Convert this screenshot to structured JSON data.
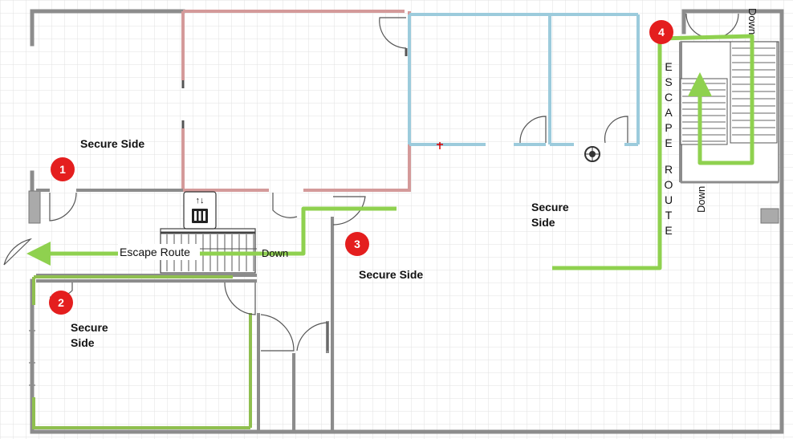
{
  "labels": {
    "secure_side_1": "Secure Side",
    "secure_side_2_line1": "Secure",
    "secure_side_2_line2": "Side",
    "secure_side_3": "Secure Side",
    "secure_side_4_line1": "Secure",
    "secure_side_4_line2": "Side",
    "escape_route": "Escape Route",
    "down_1": "Down",
    "down_2": "Down",
    "down_3": "Down",
    "escape_vertical": [
      "E",
      "S",
      "C",
      "A",
      "P",
      "E",
      "",
      "R",
      "O",
      "U",
      "T",
      "E"
    ]
  },
  "markers": [
    "1",
    "2",
    "3",
    "4"
  ],
  "colors": {
    "wall_grey": "#8c8c8c",
    "wall_red": "#d49a9a",
    "wall_blue": "#9ccbdc",
    "wall_green": "#8fbf4f",
    "route_green": "#8fd14f",
    "marker_red": "#e41e1e",
    "grid": "#e2e2e2"
  },
  "icons": [
    "elevator-icon",
    "fire-extinguisher-icon",
    "stairs-icon",
    "door-icon"
  ]
}
